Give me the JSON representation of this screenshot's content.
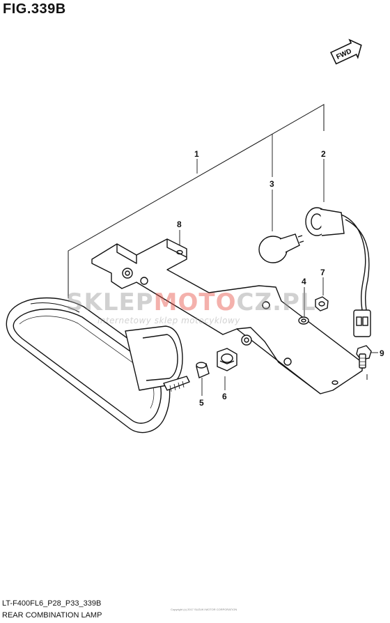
{
  "figure": {
    "title": "FIG.339B",
    "code": "LT-F400FL6_P28_P33_339B",
    "name": "REAR COMBINATION LAMP",
    "direction_badge": "FWD"
  },
  "callouts": [
    {
      "id": "1",
      "label": "1"
    },
    {
      "id": "2",
      "label": "2"
    },
    {
      "id": "3",
      "label": "3"
    },
    {
      "id": "4",
      "label": "4"
    },
    {
      "id": "5",
      "label": "5"
    },
    {
      "id": "6",
      "label": "6"
    },
    {
      "id": "7",
      "label": "7"
    },
    {
      "id": "8",
      "label": "8"
    },
    {
      "id": "9",
      "label": "9"
    }
  ],
  "watermark": {
    "brand_part1": "SKLEP",
    "brand_part2": "MOTO",
    "brand_part3": "CZ",
    "brand_tld": ".PL",
    "tagline": "internetowy sklep motocyklowy",
    "color_gray": "#9a9a9a",
    "color_red": "#e8554a"
  },
  "fine_print": "Copyright (c) 2017 SUZUKI MOTOR CORPORATION"
}
